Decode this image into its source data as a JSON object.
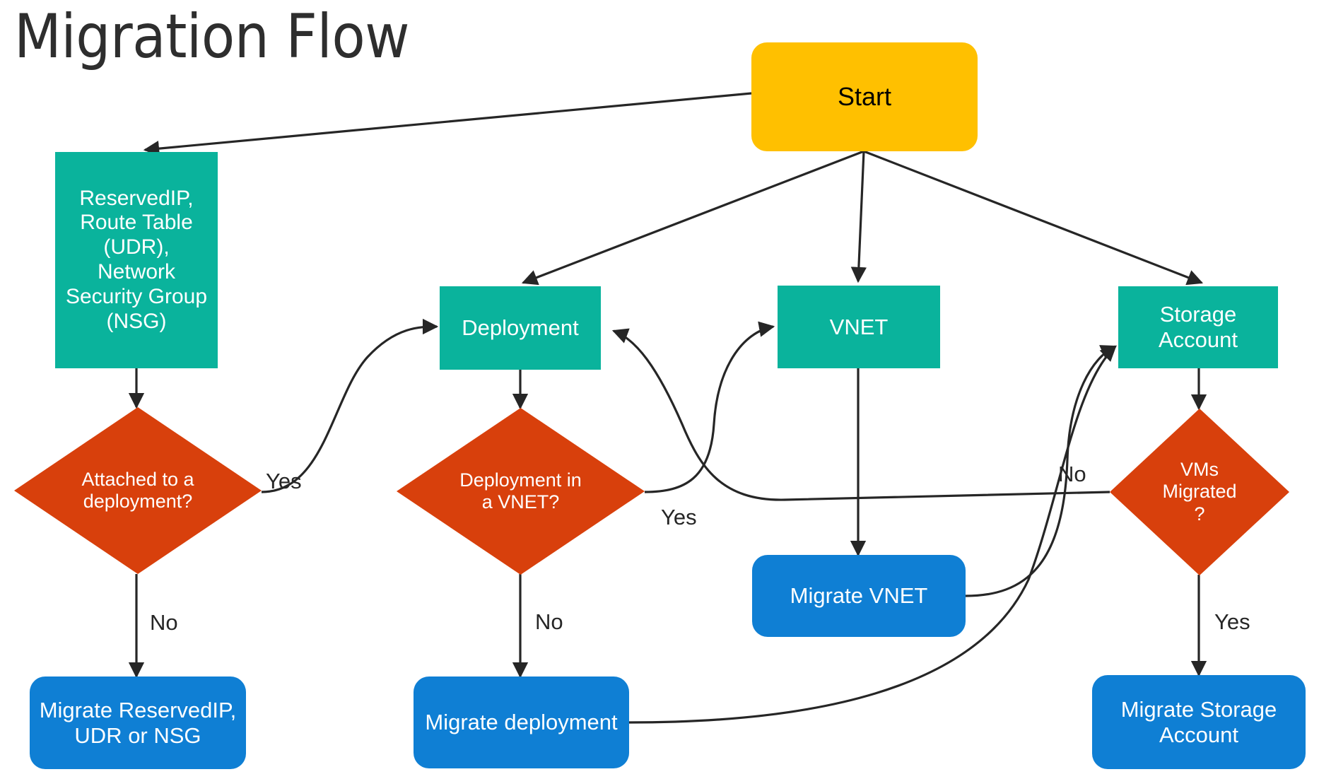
{
  "page": {
    "title": "Migration Flow",
    "background": "#ffffff"
  },
  "palette": {
    "start": "#FFC000",
    "process": "#0AB39C",
    "decision": "#D8400C",
    "action": "#0F7FD4",
    "edge": "#262626",
    "title_text": "#2e2e2e",
    "light_text": "#ffffff",
    "dark_text": "#000000"
  },
  "chart_data": {
    "type": "diagram",
    "title": "Migration Flow",
    "nodes": [
      {
        "id": "start",
        "label": "Start",
        "shape": "rounded-rect",
        "role": "start",
        "color": "#FFC000"
      },
      {
        "id": "reservedip",
        "label": "ReservedIP,\nRoute Table\n(UDR),\nNetwork\nSecurity Group\n(NSG)",
        "shape": "rect",
        "role": "process",
        "color": "#0AB39C"
      },
      {
        "id": "deployment",
        "label": "Deployment",
        "shape": "rect",
        "role": "process",
        "color": "#0AB39C"
      },
      {
        "id": "vnet",
        "label": "VNET",
        "shape": "rect",
        "role": "process",
        "color": "#0AB39C"
      },
      {
        "id": "storage",
        "label": "Storage\nAccount",
        "shape": "rect",
        "role": "process",
        "color": "#0AB39C"
      },
      {
        "id": "attached",
        "label": "Attached to a\ndeployment?",
        "shape": "diamond",
        "role": "decision",
        "color": "#D8400C"
      },
      {
        "id": "deploy_in_vnet",
        "label": "Deployment in\na VNET?",
        "shape": "diamond",
        "role": "decision",
        "color": "#D8400C"
      },
      {
        "id": "vms_migrated",
        "label": "VMs\nMigrated\n?",
        "shape": "diamond",
        "role": "decision",
        "color": "#D8400C"
      },
      {
        "id": "migrate_reservedip",
        "label": "Migrate ReservedIP,\nUDR or NSG",
        "shape": "rounded-rect",
        "role": "action",
        "color": "#0F7FD4"
      },
      {
        "id": "migrate_deployment",
        "label": "Migrate deployment",
        "shape": "rounded-rect",
        "role": "action",
        "color": "#0F7FD4"
      },
      {
        "id": "migrate_vnet",
        "label": "Migrate VNET",
        "shape": "rounded-rect",
        "role": "action",
        "color": "#0F7FD4"
      },
      {
        "id": "migrate_storage",
        "label": "Migrate Storage\nAccount",
        "shape": "rounded-rect",
        "role": "action",
        "color": "#0F7FD4"
      }
    ],
    "edges": [
      {
        "from": "start",
        "to": "reservedip",
        "label": ""
      },
      {
        "from": "start",
        "to": "deployment",
        "label": ""
      },
      {
        "from": "start",
        "to": "vnet",
        "label": ""
      },
      {
        "from": "start",
        "to": "storage",
        "label": ""
      },
      {
        "from": "reservedip",
        "to": "attached",
        "label": ""
      },
      {
        "from": "attached",
        "to": "deployment",
        "label": "Yes"
      },
      {
        "from": "attached",
        "to": "migrate_reservedip",
        "label": "No"
      },
      {
        "from": "deployment",
        "to": "deploy_in_vnet",
        "label": ""
      },
      {
        "from": "deploy_in_vnet",
        "to": "vnet",
        "label": "Yes"
      },
      {
        "from": "deploy_in_vnet",
        "to": "migrate_deployment",
        "label": "No"
      },
      {
        "from": "vnet",
        "to": "migrate_vnet",
        "label": ""
      },
      {
        "from": "migrate_vnet",
        "to": "storage",
        "label": ""
      },
      {
        "from": "migrate_deployment",
        "to": "storage",
        "label": ""
      },
      {
        "from": "storage",
        "to": "vms_migrated",
        "label": ""
      },
      {
        "from": "vms_migrated",
        "to": "deployment",
        "label": "No"
      },
      {
        "from": "vms_migrated",
        "to": "migrate_storage",
        "label": "Yes"
      }
    ]
  },
  "nodes": {
    "start": {
      "label": "Start"
    },
    "reservedip": {
      "label": "ReservedIP,\nRoute Table\n(UDR),\nNetwork\nSecurity Group\n(NSG)"
    },
    "deployment": {
      "label": "Deployment"
    },
    "vnet": {
      "label": "VNET"
    },
    "storage": {
      "label": "Storage\nAccount"
    },
    "attached": {
      "label": "Attached to a\ndeployment?"
    },
    "deploy_in_vnet": {
      "label": "Deployment in\na VNET?"
    },
    "vms_migrated": {
      "label": "VMs\nMigrated\n?"
    },
    "migrate_reservedip": {
      "label": "Migrate ReservedIP,\nUDR or NSG"
    },
    "migrate_deployment": {
      "label": "Migrate deployment"
    },
    "migrate_vnet": {
      "label": "Migrate VNET"
    },
    "migrate_storage": {
      "label": "Migrate Storage\nAccount"
    }
  },
  "edge_labels": {
    "attached_yes": "Yes",
    "attached_no": "No",
    "deploy_in_vnet_yes": "Yes",
    "deploy_in_vnet_no": "No",
    "vms_migrated_no": "No",
    "vms_migrated_yes": "Yes"
  }
}
